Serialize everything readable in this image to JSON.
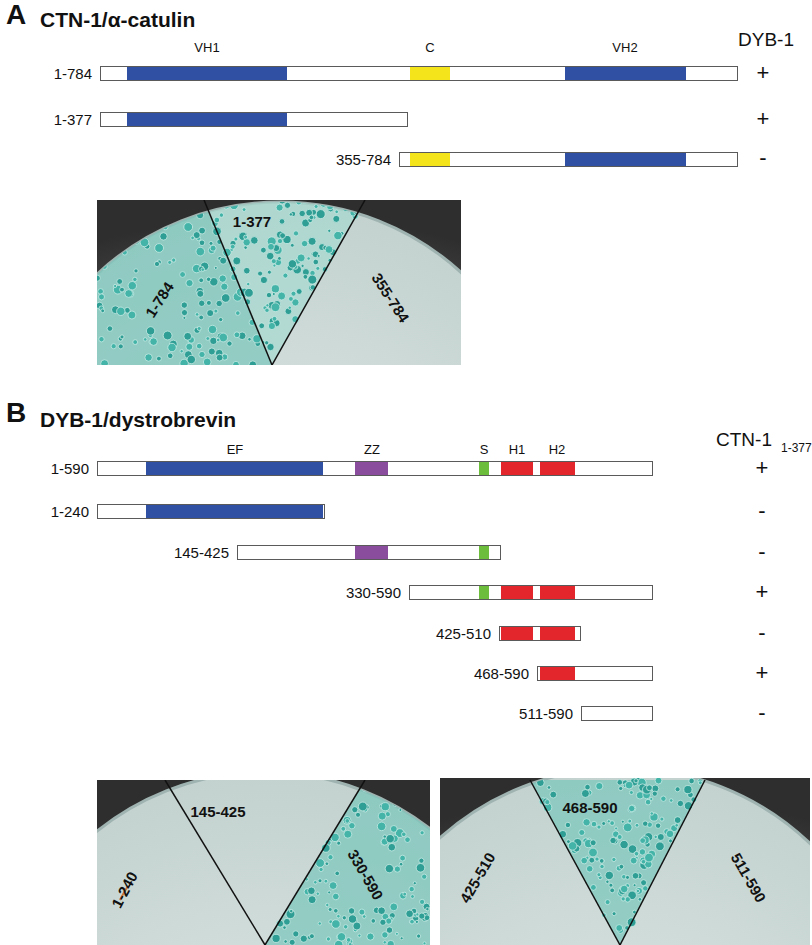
{
  "diagram": {
    "nodes": [
      {
        "text": [
          "1-784"
        ]
      },
      {
        "text": [
          "1-377"
        ]
      },
      {
        "text": [
          "355-784"
        ]
      },
      {
        "text": [
          "1-590"
        ]
      },
      {
        "text": [
          "1-240"
        ]
      },
      {
        "text": [
          "145-425"
        ]
      },
      {
        "text": [
          "330-590"
        ]
      },
      {
        "text": [
          "425-510"
        ]
      },
      {
        "text": [
          "468-590"
        ]
      },
      {
        "text": [
          "511-590"
        ]
      }
    ],
    "labels": [
      "A",
      "CTN-1/α-catulin",
      "DYB-1",
      "VH1",
      "C",
      "VH2",
      "+",
      "+",
      "-",
      "1-784",
      "1-377",
      "355-784",
      "B",
      "DYB-1/dystrobrevin",
      "CTN-1",
      "1-377",
      "EF",
      "ZZ",
      "S",
      "H1",
      "H2",
      "+",
      "-",
      "-",
      "+",
      "-",
      "+",
      "-",
      "1-240",
      "145-425",
      "330-590",
      "425-510",
      "468-590",
      "511-590"
    ]
  }
}
